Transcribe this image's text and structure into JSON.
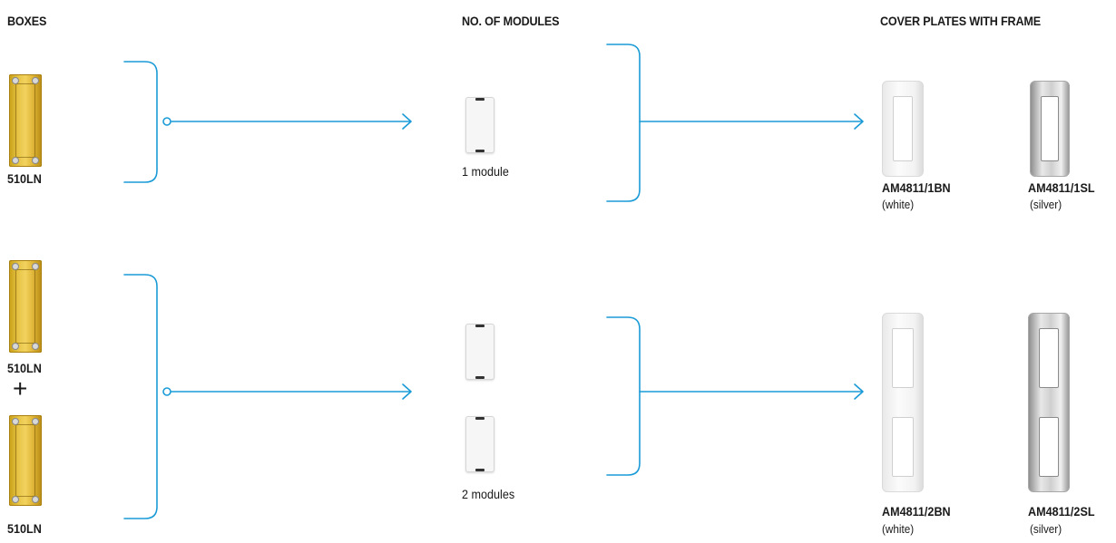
{
  "headers": {
    "boxes": "BOXES",
    "modules": "NO. OF MODULES",
    "plates": "COVER PLATES WITH FRAME"
  },
  "connector_color": "#1a9bd7",
  "row1": {
    "box_code": "510LN",
    "module_label": "1 module",
    "plates": [
      {
        "code": "AM4811/1BN",
        "finish": "(white)"
      },
      {
        "code": "AM4811/1SL",
        "finish": "(silver)"
      }
    ]
  },
  "row2": {
    "box_code_a": "510LN",
    "plus": "+",
    "box_code_b": "510LN",
    "module_label": "2 modules",
    "plates": [
      {
        "code": "AM4811/2BN",
        "finish": "(white)"
      },
      {
        "code": "AM4811/2SL",
        "finish": "(silver)"
      }
    ]
  }
}
